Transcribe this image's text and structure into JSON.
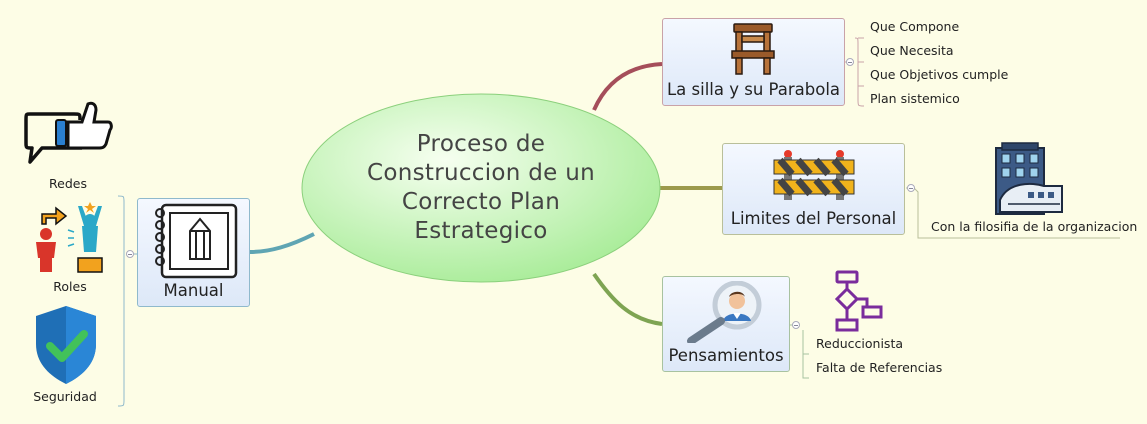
{
  "central": {
    "title": "Proceso de\nConstruccion de un\nCorrecto Plan\nEstrategico"
  },
  "branches": {
    "silla": {
      "label": "La silla y su Parabola",
      "icon": "chair-icon",
      "children": [
        "Que Compone",
        "Que Necesita",
        "Que Objetivos cumple",
        "Plan sistemico"
      ]
    },
    "limites": {
      "label": "Limites del Personal",
      "icon": "barrier-icon",
      "children": [
        "Con la filosifia de la organizacion"
      ],
      "child_icon": "building-icon"
    },
    "pensamientos": {
      "label": "Pensamientos",
      "icon": "magnifier-person-icon",
      "children": [
        "Reduccionista",
        "Falta de Referencias"
      ],
      "child_icon": "flowchart-icon"
    },
    "manual": {
      "label": "Manual",
      "icon": "notebook-icon",
      "children": [
        "Redes",
        "Roles",
        "Seguridad"
      ],
      "child_icons": [
        "thumbs-up-chat-icon",
        "roles-people-icon",
        "shield-check-icon"
      ]
    }
  },
  "colors": {
    "background": "#fdfde6",
    "central_fill_light": "#f6fff0",
    "central_fill_dark": "#a8ec98",
    "silla_branch": "#a54e5a",
    "limites_branch": "#9c9a4c",
    "pensamientos_branch": "#7ea452",
    "manual_branch": "#5fa5b3"
  }
}
